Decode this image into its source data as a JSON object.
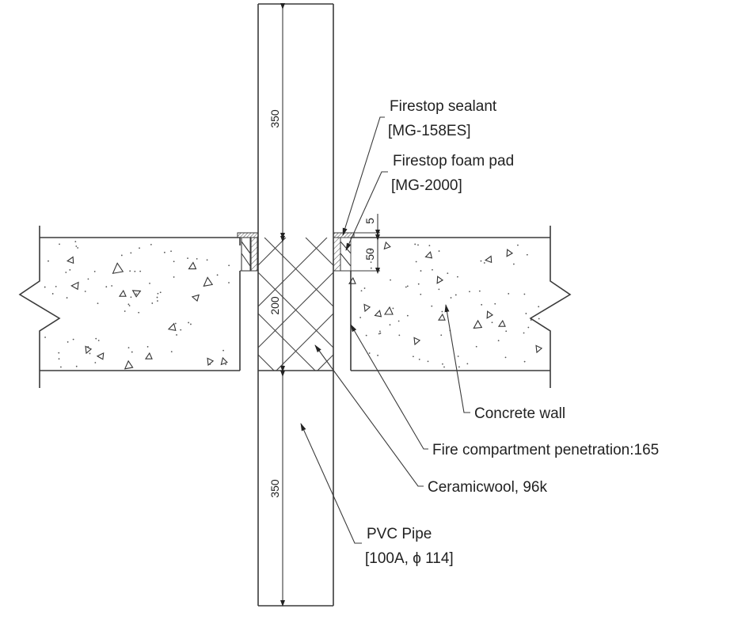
{
  "drawing": {
    "title": "Fire compartment penetration detail",
    "colors": {
      "line": "#3a3a3a",
      "text": "#222222",
      "background": "#ffffff"
    },
    "dimensions": {
      "pipe_top_length": "350",
      "insulation_length": "200",
      "pipe_bottom_length": "350",
      "sealant_depth": "5",
      "foam_pad_depth": "50"
    },
    "labels": {
      "sealant_name": "Firestop sealant",
      "sealant_product": "[MG-158ES]",
      "foam_name": "Firestop foam pad",
      "foam_product": "[MG-2000]",
      "concrete_wall": "Concrete wall",
      "penetration": "Fire compartment penetration:165",
      "ceramicwool": "Ceramicwool, 96k",
      "pipe_name": "PVC Pipe",
      "pipe_spec": "[100A, ϕ 114]"
    }
  }
}
